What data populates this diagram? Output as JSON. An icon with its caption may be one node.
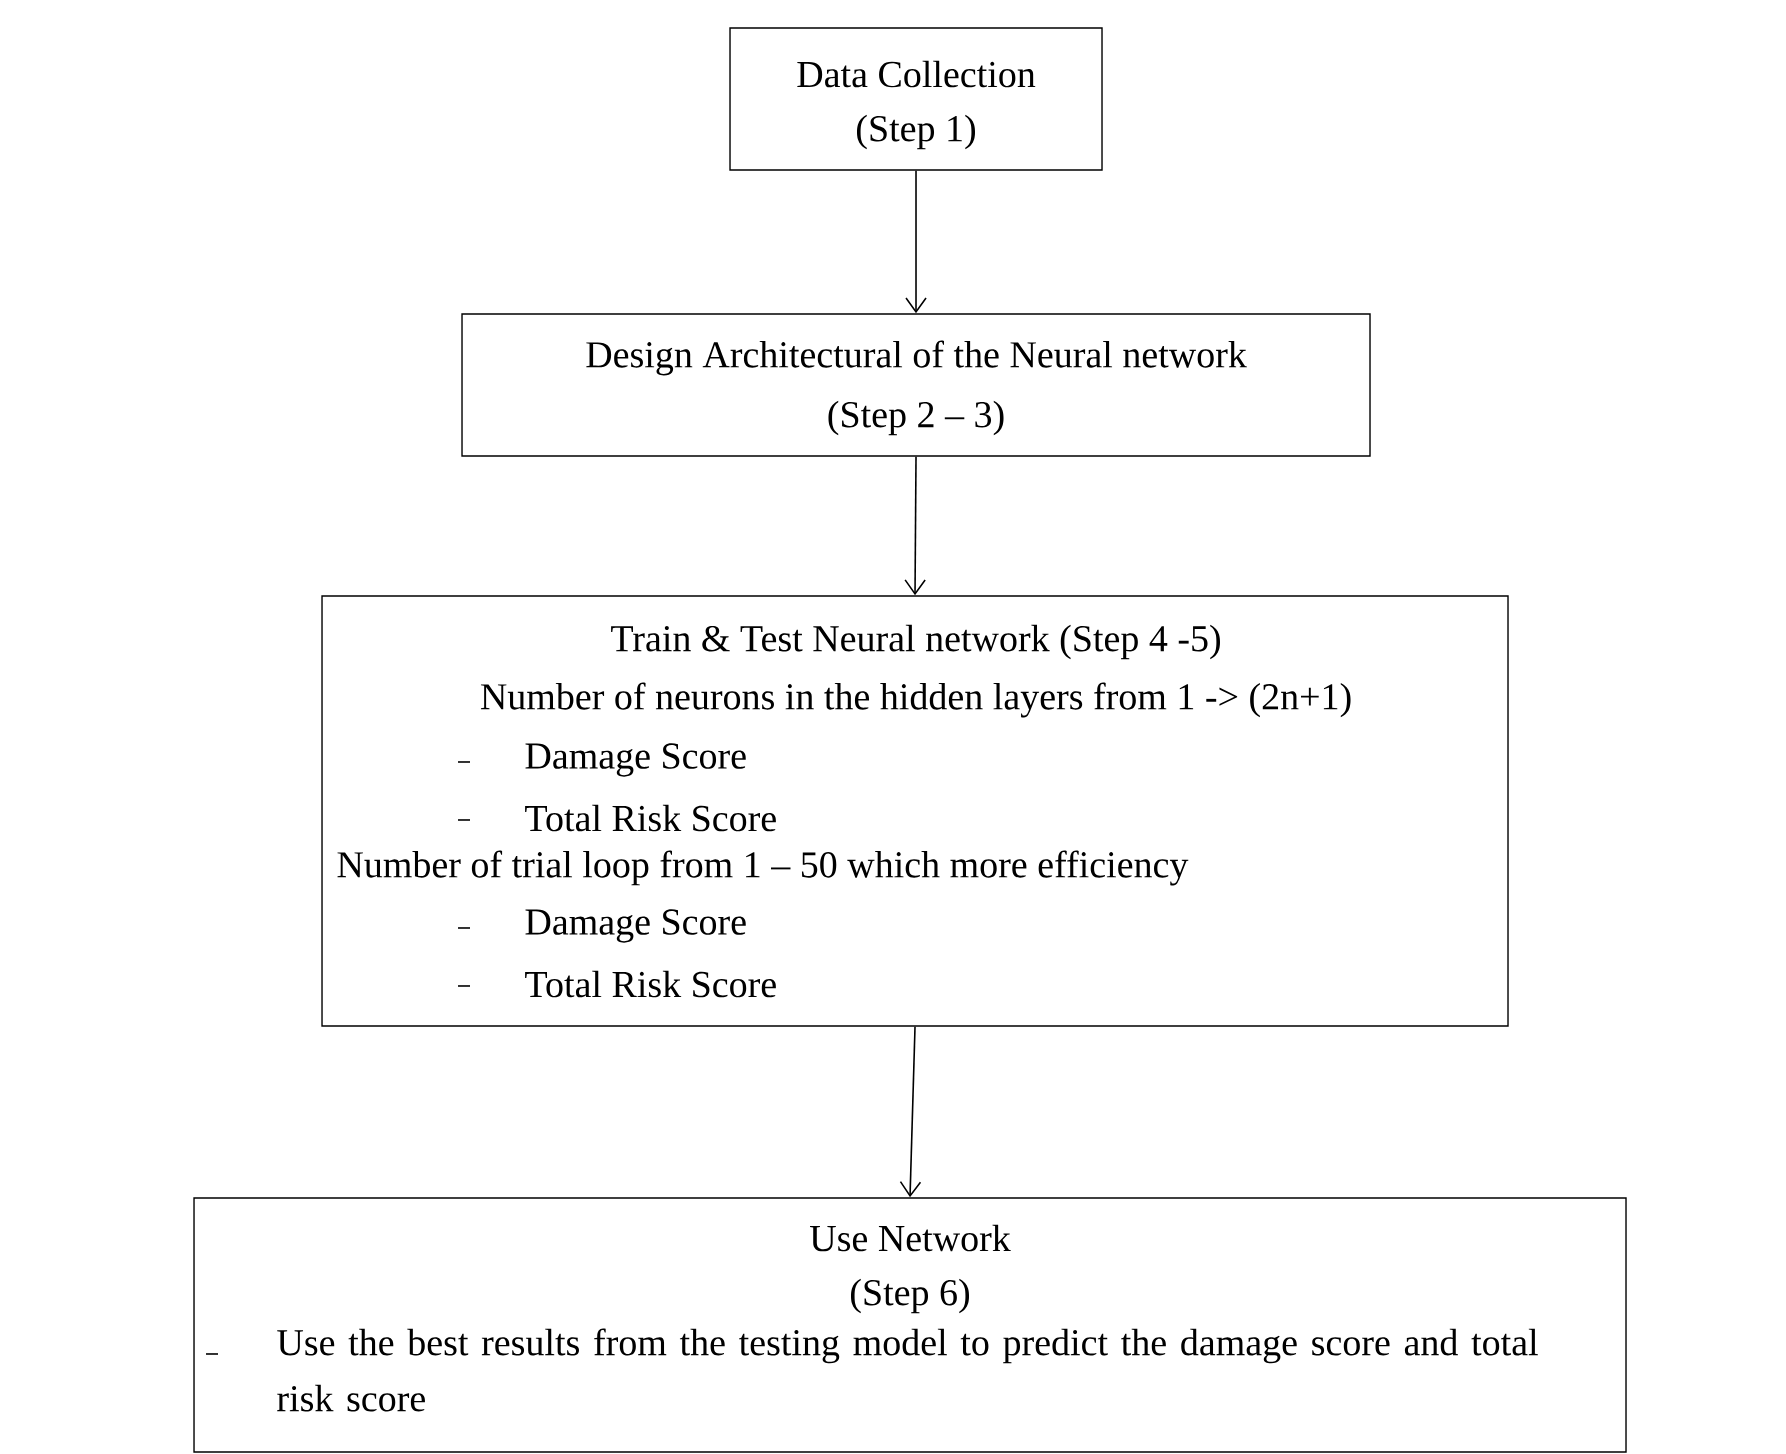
{
  "diagram": {
    "nodes": [
      {
        "text": [
          "Data Collection",
          "(Step 1)"
        ]
      },
      {
        "text": [
          "Design Architectural of the Neural network",
          "(Step 2 – 3)"
        ]
      },
      {
        "text": [
          "Train & Test Neural network (Step 4 -5)",
          "Number of neurons in the hidden layers from 1 -> (2n+1)",
          "Damage Score",
          "Total Risk Score",
          "Number of trial loop from 1 – 50 which more efficiency",
          "Damage Score",
          "Total Risk Score"
        ]
      },
      {
        "text": [
          "Use Network",
          "(Step 6)",
          "Use the best results from the testing model to predict the damage score and total risk score"
        ]
      }
    ],
    "edges": [
      {
        "from": 0,
        "to": 1,
        "arrow": "to"
      },
      {
        "from": 1,
        "to": 2,
        "arrow": "to"
      },
      {
        "from": 2,
        "to": 3,
        "arrow": "to"
      }
    ]
  }
}
